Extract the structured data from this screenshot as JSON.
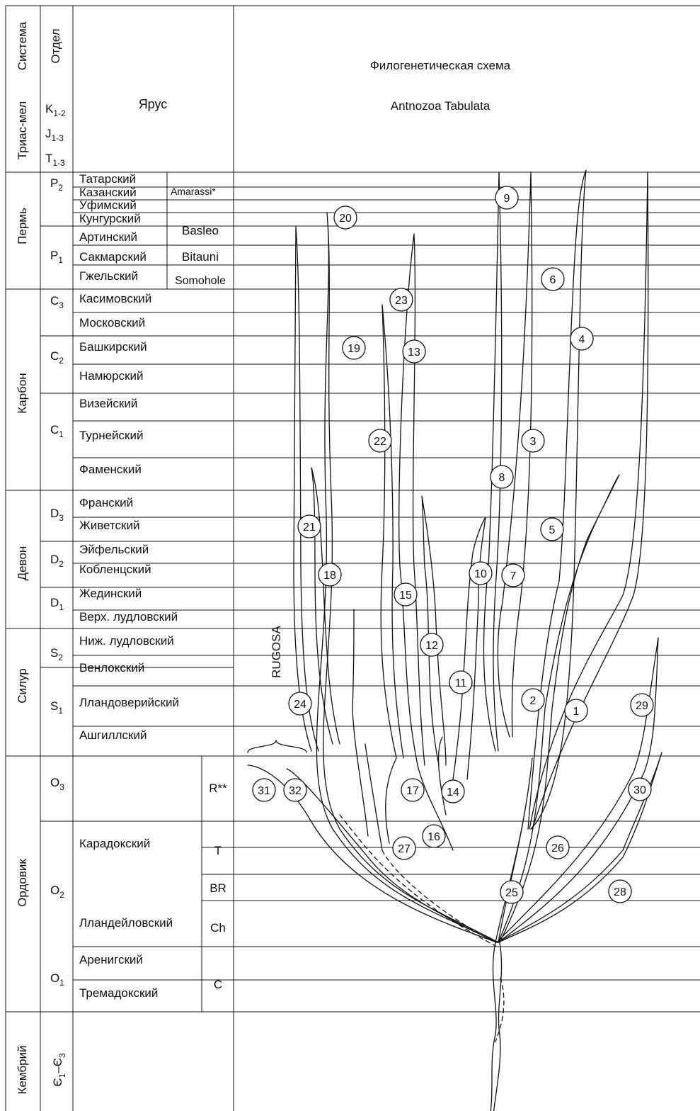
{
  "header": {
    "sistema": "Система",
    "otdel": "Отдел",
    "yarus": "Ярус",
    "title": "Филогенетическая схема",
    "subtitle": "Antnozoa Tabulata",
    "triasmel": "Триас-мел",
    "k": "K",
    "k_sub": "1-2",
    "j": "J",
    "j_sub": "1-3",
    "t": "T",
    "t_sub": "1-3"
  },
  "systems": [
    "Пермь",
    "Карбон",
    "Девон",
    "Силур",
    "Ордовик",
    "Кембрий"
  ],
  "divisions": [
    {
      "l": "P",
      "s": "2"
    },
    {
      "l": "P",
      "s": "1"
    },
    {
      "l": "C",
      "s": "3"
    },
    {
      "l": "C",
      "s": "2"
    },
    {
      "l": "C",
      "s": "1"
    },
    {
      "l": "D",
      "s": "3"
    },
    {
      "l": "D",
      "s": "2"
    },
    {
      "l": "D",
      "s": "1"
    },
    {
      "l": "S",
      "s": "2"
    },
    {
      "l": "S",
      "s": "1"
    },
    {
      "l": "O",
      "s": "3"
    },
    {
      "l": "O",
      "s": "2"
    },
    {
      "l": "O",
      "s": "1"
    },
    {
      "l": "Є",
      "s": "1"
    },
    {
      "l": "Є",
      "s": "3"
    }
  ],
  "stages": [
    "Татарский",
    "Казанский",
    "Уфимский",
    "Кунгурский",
    "Артинский",
    "Сакмарский",
    "Гжельский",
    "Касимовский",
    "Московский",
    "Башкирский",
    "Намюрский",
    "Визейский",
    "Турнейский",
    "Фаменский",
    "Франский",
    "Живетский",
    "Эйфельский",
    "Кобленцский",
    "Жединский",
    "Верх. лудловский",
    "Ниж. лудловский",
    "Венлокский",
    "Лландоверийский",
    "Ашгиллский",
    "Карадокский",
    "Лландейловский",
    "Аренигский",
    "Тремадокский"
  ],
  "local_units": [
    "Amarassi*",
    "Basleo",
    "Bitauni",
    "Somohole"
  ],
  "ord_zones": [
    "R**",
    "T",
    "BR",
    "Ch",
    "C"
  ],
  "rugosa": "RUGOSA",
  "lineages": [
    "1",
    "2",
    "3",
    "4",
    "5",
    "6",
    "7",
    "8",
    "9",
    "10",
    "11",
    "12",
    "13",
    "14",
    "15",
    "16",
    "17",
    "18",
    "19",
    "20",
    "21",
    "22",
    "23",
    "24",
    "25",
    "26",
    "27",
    "28",
    "29",
    "30",
    "31",
    "32"
  ],
  "colors": {
    "line": "#111111",
    "background": "#ffffff"
  }
}
